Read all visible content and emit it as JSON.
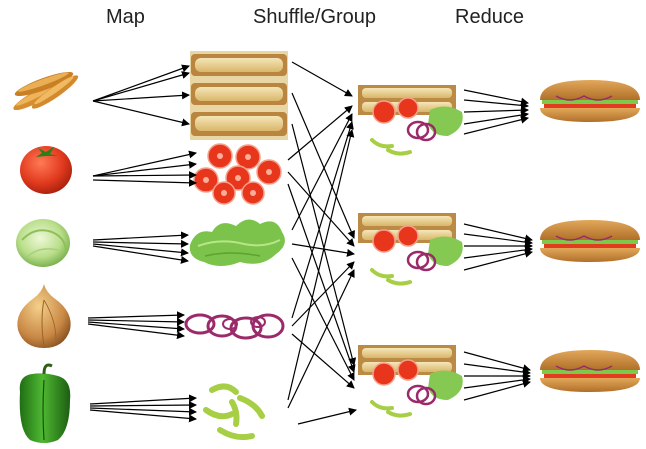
{
  "headers": {
    "map": "Map",
    "shuffle": "Shuffle/Group",
    "reduce": "Reduce"
  },
  "stages": {
    "inputs": [
      "bread-loaves",
      "tomato",
      "lettuce-head",
      "onion",
      "green-pepper"
    ],
    "mapped": [
      "sliced-bread",
      "tomato-slices",
      "lettuce-leaves",
      "onion-rings",
      "pepper-strips"
    ],
    "grouped": [
      "group-1",
      "group-2",
      "group-3"
    ],
    "reduced": [
      "sandwich-1",
      "sandwich-2",
      "sandwich-3"
    ]
  },
  "colors": {
    "arrow": "#000000",
    "bread": "#e7c27a",
    "crust": "#b8823a",
    "tomato": "#e23b1f",
    "lettuce": "#7ec84a",
    "onion": "#c07a4a",
    "onion_ring": "#9b2a6a",
    "pepper": "#3f9a2a",
    "pepper_strip": "#a8cf4a"
  }
}
